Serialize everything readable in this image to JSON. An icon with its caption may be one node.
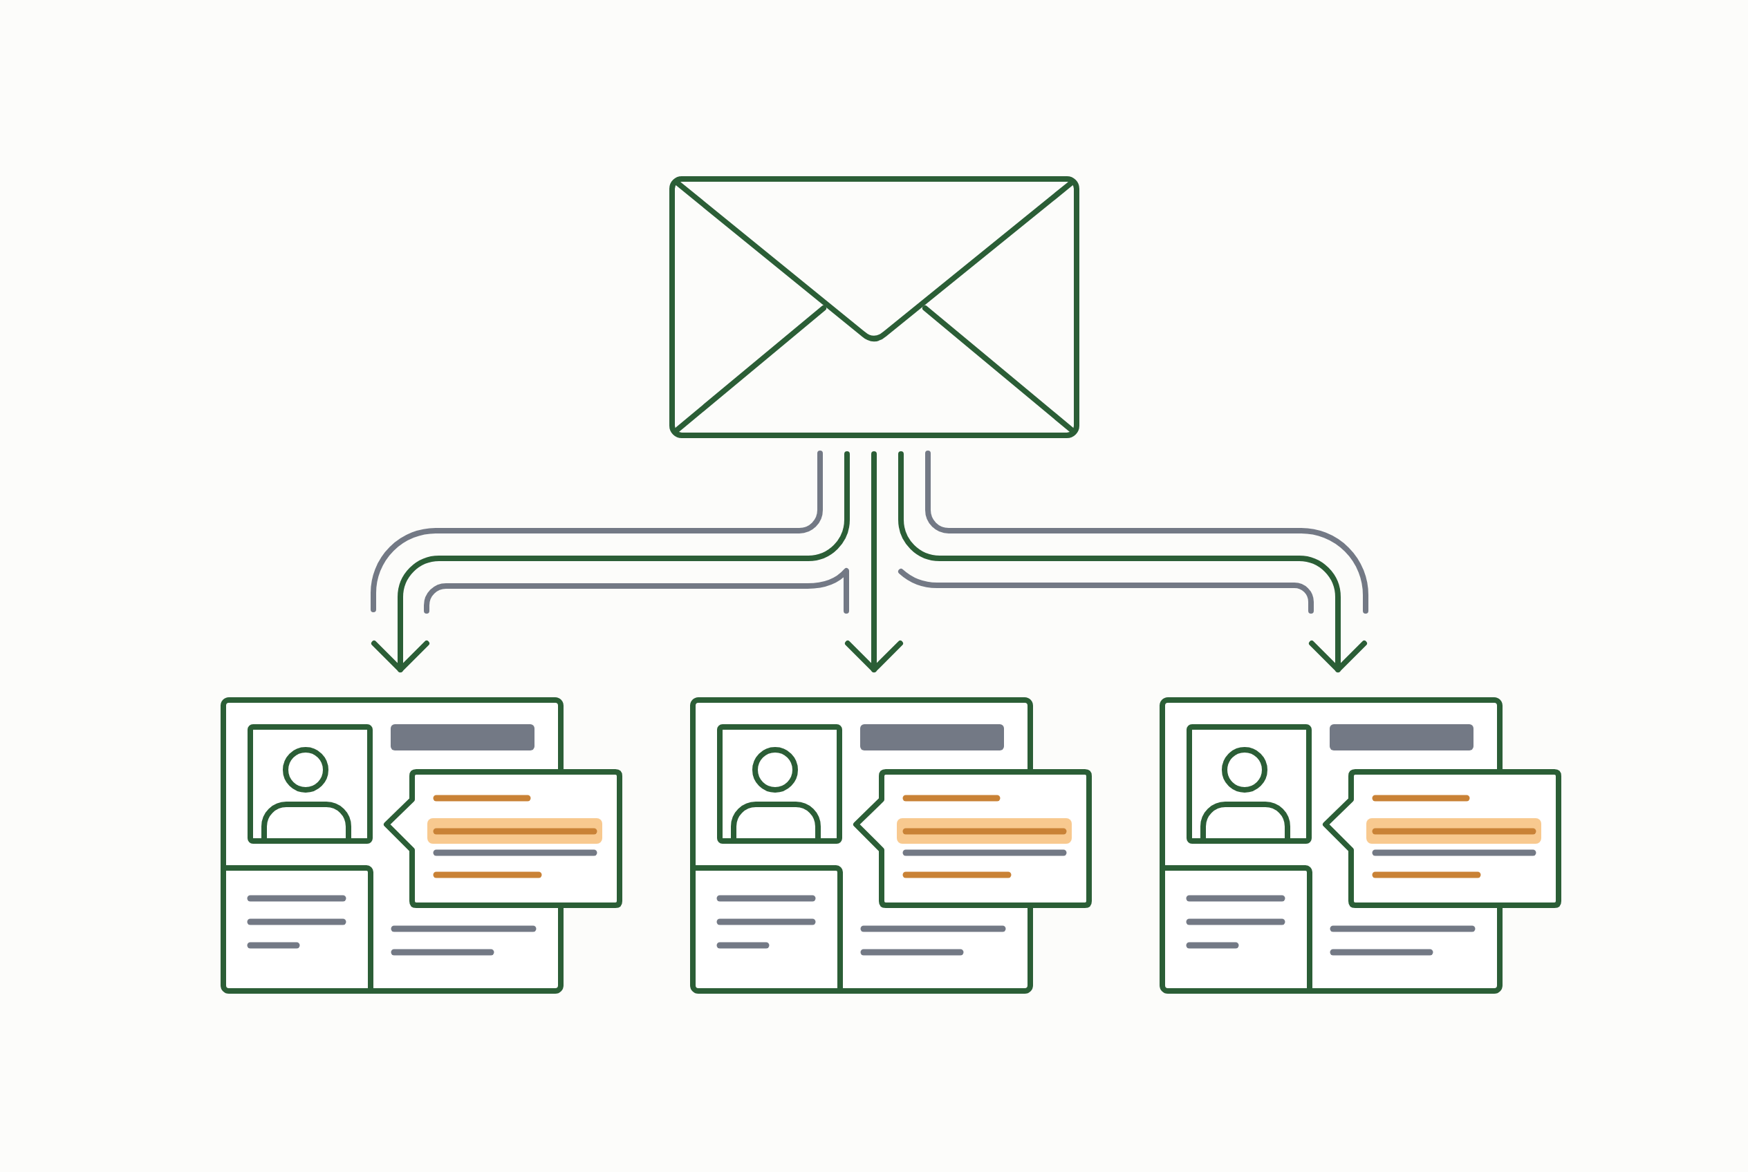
{
  "diagram": {
    "nodes": [
      {
        "text": [],
        "shape": "picture"
      },
      {
        "text": [],
        "shape": "picture"
      },
      {
        "text": [],
        "shape": "picture"
      },
      {
        "text": [],
        "shape": "picture"
      }
    ],
    "edges": [
      {
        "from": 0,
        "to": 1,
        "arrow": "to"
      },
      {
        "from": 0,
        "to": 2,
        "arrow": "to"
      },
      {
        "from": 0,
        "to": 3,
        "arrow": "to"
      }
    ]
  }
}
